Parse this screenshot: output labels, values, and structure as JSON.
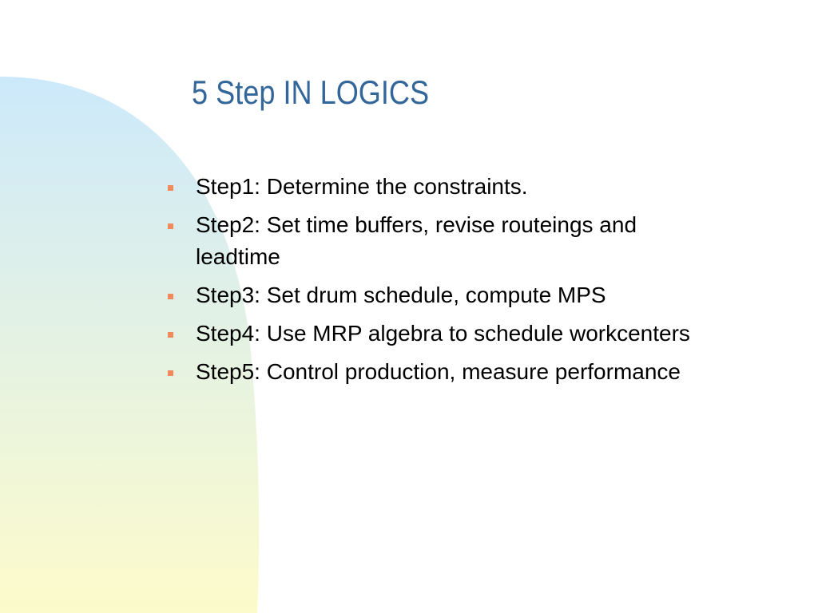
{
  "slide": {
    "title": "5 Step IN LOGICS",
    "bullets": [
      "Step1: Determine the constraints.",
      "Step2: Set time buffers, revise routeings and leadtime",
      "Step3: Set drum schedule, compute MPS",
      "Step4: Use MRP algebra to schedule workcenters",
      "Step5: Control production, measure performance"
    ]
  },
  "colors": {
    "title": "#336699",
    "bullet_marker": "#f08a5d",
    "gradient_top": "#cce9fb",
    "gradient_bottom": "#fdfbcb"
  },
  "icons": {
    "bullet": "square-bullet-icon"
  }
}
